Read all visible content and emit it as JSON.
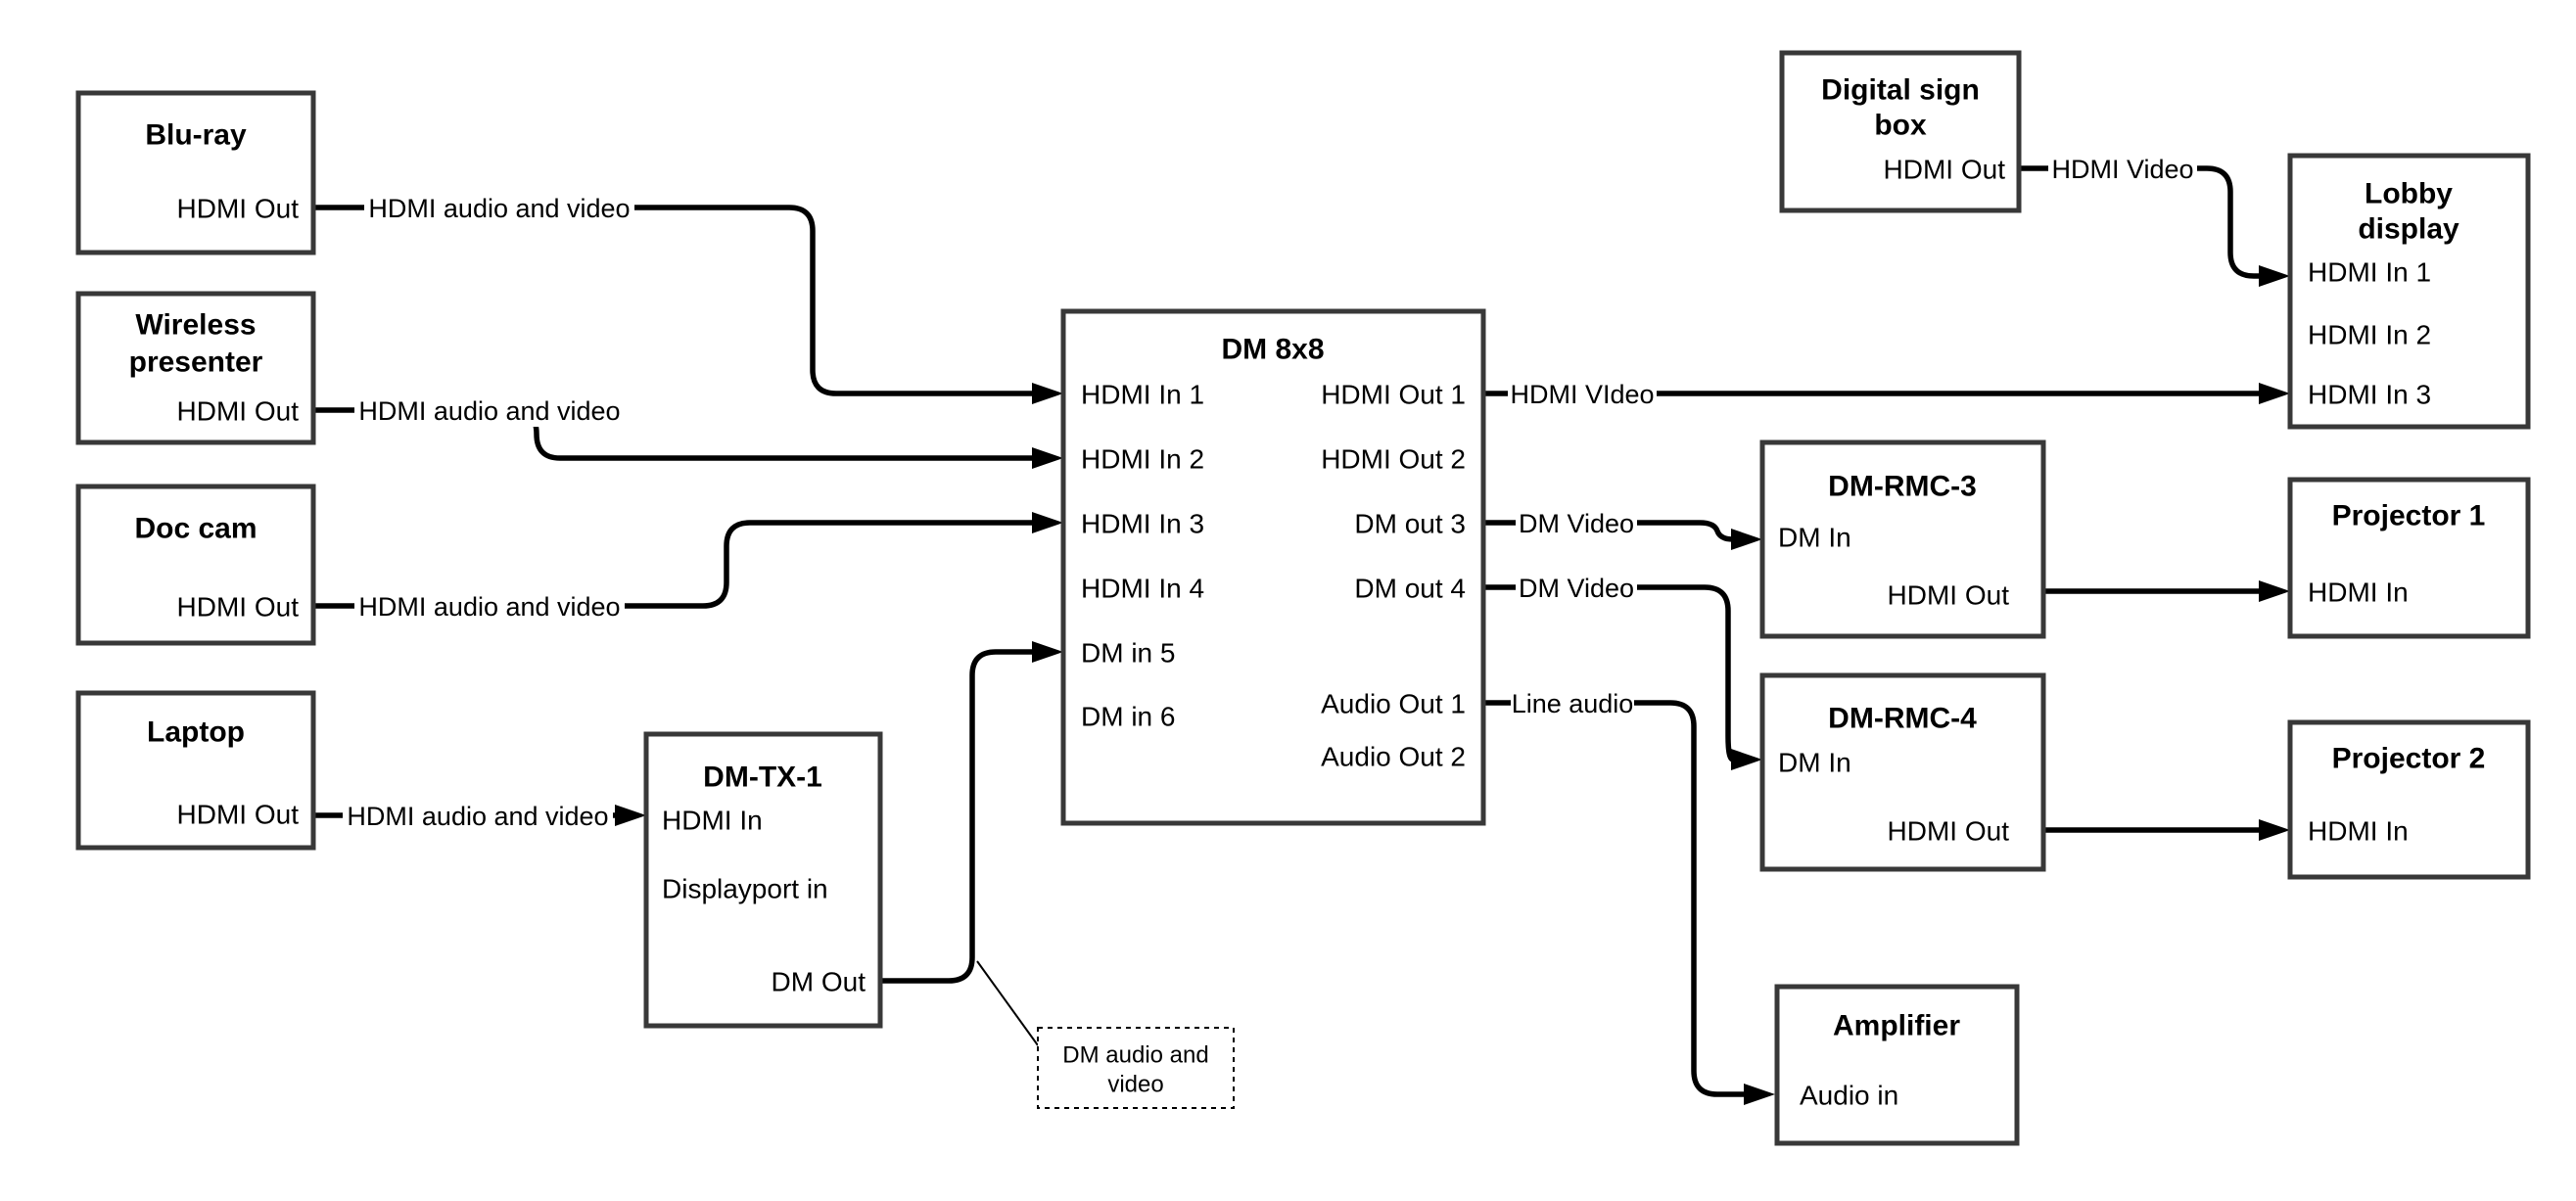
{
  "diagram_type": "AV signal-flow block diagram",
  "colors": {
    "background": "#ffffff",
    "box_border": "#383838",
    "wire": "#000000",
    "text": "#000000"
  },
  "nodes": {
    "bluray": {
      "title": "Blu-ray",
      "port": "HDMI Out"
    },
    "wireless": {
      "title_line1": "Wireless",
      "title_line2": "presenter",
      "port": "HDMI Out"
    },
    "doccam": {
      "title": "Doc cam",
      "port": "HDMI Out"
    },
    "laptop": {
      "title": "Laptop",
      "port": "HDMI Out"
    },
    "dm8x8": {
      "title": "DM 8x8",
      "inputs": [
        "HDMI In 1",
        "HDMI In 2",
        "HDMI In 3",
        "HDMI In 4",
        "DM in 5",
        "DM in 6"
      ],
      "outputs": [
        "HDMI Out 1",
        "HDMI Out 2",
        "DM out 3",
        "DM out 4",
        "Audio Out 1",
        "Audio Out 2"
      ]
    },
    "dmtx1": {
      "title": "DM-TX-1",
      "port_hdmi_in": "HDMI In",
      "port_dp_in": "Displayport in",
      "port_dm_out": "DM Out"
    },
    "sign": {
      "title_line1": "Digital sign",
      "title_line2": "box",
      "port": "HDMI Out"
    },
    "lobby": {
      "title_line1": "Lobby",
      "title_line2": "display",
      "inputs": [
        "HDMI In 1",
        "HDMI In 2",
        "HDMI In 3"
      ]
    },
    "rmc3": {
      "title": "DM-RMC-3",
      "port_in": "DM In",
      "port_out": "HDMI Out"
    },
    "proj1": {
      "title": "Projector 1",
      "port": "HDMI In"
    },
    "rmc4": {
      "title": "DM-RMC-4",
      "port_in": "DM In",
      "port_out": "HDMI Out"
    },
    "proj2": {
      "title": "Projector 2",
      "port": "HDMI In"
    },
    "amp": {
      "title": "Amplifier",
      "port": "Audio in"
    }
  },
  "wires": {
    "bluray_to_dm": {
      "label": "HDMI audio and video"
    },
    "wireless_to_dm": {
      "label": "HDMI audio and video"
    },
    "doccam_to_dm": {
      "label": "HDMI audio and video"
    },
    "laptop_to_tx": {
      "label": "HDMI audio and video"
    },
    "out1_to_lobby": {
      "label": "HDMI VIdeo"
    },
    "out3_to_rmc3": {
      "label": "DM Video"
    },
    "out4_to_rmc4": {
      "label": "DM Video"
    },
    "audio1_to_amp": {
      "label": "Line audio"
    },
    "sign_to_lobby": {
      "label": "HDMI Video"
    }
  },
  "annotation": {
    "line1": "DM audio and",
    "line2": "video"
  },
  "connections": [
    {
      "from": "Blu-ray HDMI Out",
      "to": "DM 8x8 HDMI In 1",
      "label": "HDMI audio and video"
    },
    {
      "from": "Wireless presenter HDMI Out",
      "to": "DM 8x8 HDMI In 2",
      "label": "HDMI audio and video"
    },
    {
      "from": "Doc cam HDMI Out",
      "to": "DM 8x8 HDMI In 3",
      "label": "HDMI audio and video"
    },
    {
      "from": "Laptop HDMI Out",
      "to": "DM-TX-1 HDMI In",
      "label": "HDMI audio and video"
    },
    {
      "from": "DM-TX-1 DM Out",
      "to": "DM 8x8 DM in 5",
      "label": "DM audio and video"
    },
    {
      "from": "DM 8x8 HDMI Out 1",
      "to": "Lobby display HDMI In 3",
      "label": "HDMI VIdeo"
    },
    {
      "from": "DM 8x8 DM out 3",
      "to": "DM-RMC-3 DM In",
      "label": "DM Video"
    },
    {
      "from": "DM 8x8 DM out 4",
      "to": "DM-RMC-4 DM In",
      "label": "DM Video"
    },
    {
      "from": "DM 8x8 Audio Out 1",
      "to": "Amplifier Audio in",
      "label": "Line audio"
    },
    {
      "from": "Digital sign box HDMI Out",
      "to": "Lobby display HDMI In 1",
      "label": "HDMI Video"
    },
    {
      "from": "DM-RMC-3 HDMI Out",
      "to": "Projector 1 HDMI In",
      "label": ""
    },
    {
      "from": "DM-RMC-4 HDMI Out",
      "to": "Projector 2 HDMI In",
      "label": ""
    }
  ]
}
